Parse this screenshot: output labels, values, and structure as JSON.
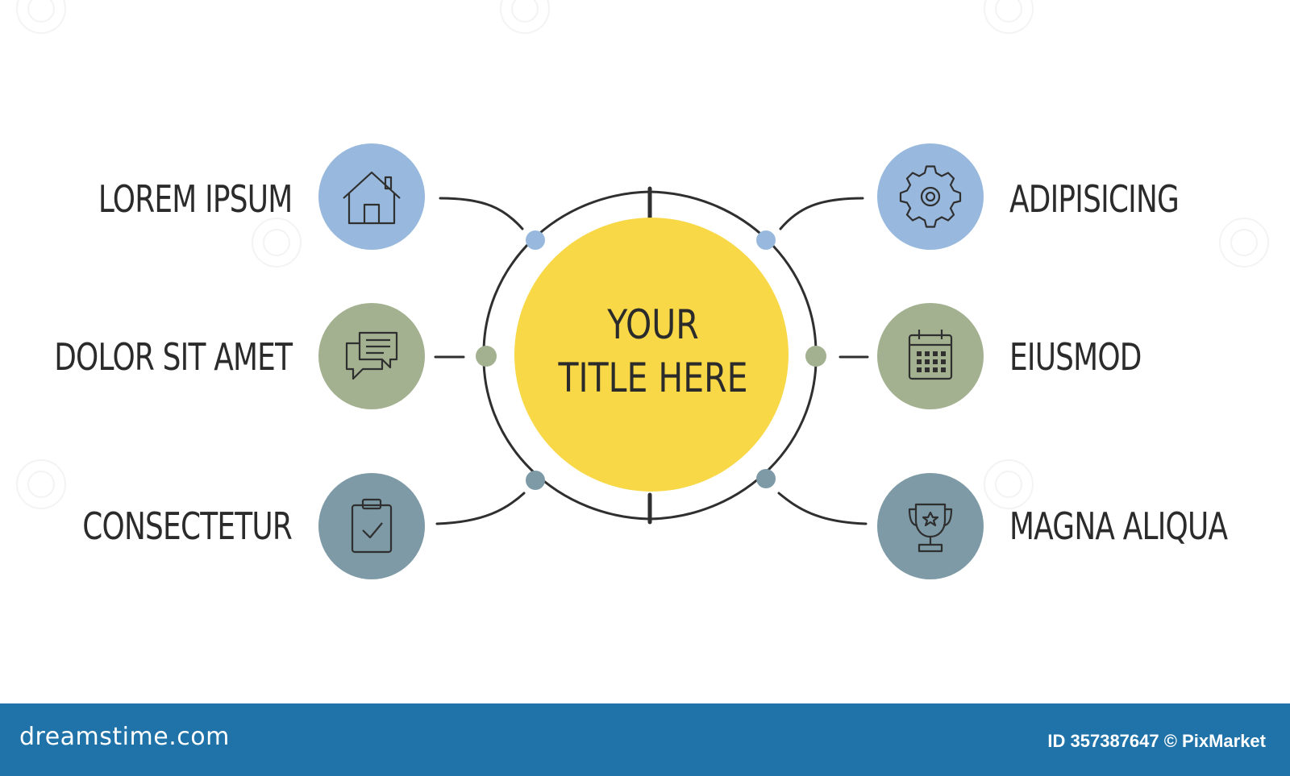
{
  "title": {
    "line1": "YOUR",
    "line2": "TITLE HERE"
  },
  "items": [
    {
      "label": "LOREM IPSUM",
      "icon": "house-icon",
      "color": "#98b9dd"
    },
    {
      "label": "DOLOR SIT AMET",
      "icon": "chat-bubbles-icon",
      "color": "#a3b190"
    },
    {
      "label": "CONSECTETUR",
      "icon": "clipboard-check-icon",
      "color": "#7d9aa6"
    },
    {
      "label": "ADIPISICING",
      "icon": "gear-icon",
      "color": "#98b9dd"
    },
    {
      "label": "EIUSMOD",
      "icon": "calendar-icon",
      "color": "#a3b190"
    },
    {
      "label": "MAGNA ALIQUA",
      "icon": "trophy-icon",
      "color": "#7d9aa6"
    }
  ],
  "colors": {
    "center": "#f8d847",
    "line": "#2f2f2f"
  },
  "footer": {
    "brand": "dreamstime.com",
    "credit": "ID 357387647 © PixMarket"
  }
}
